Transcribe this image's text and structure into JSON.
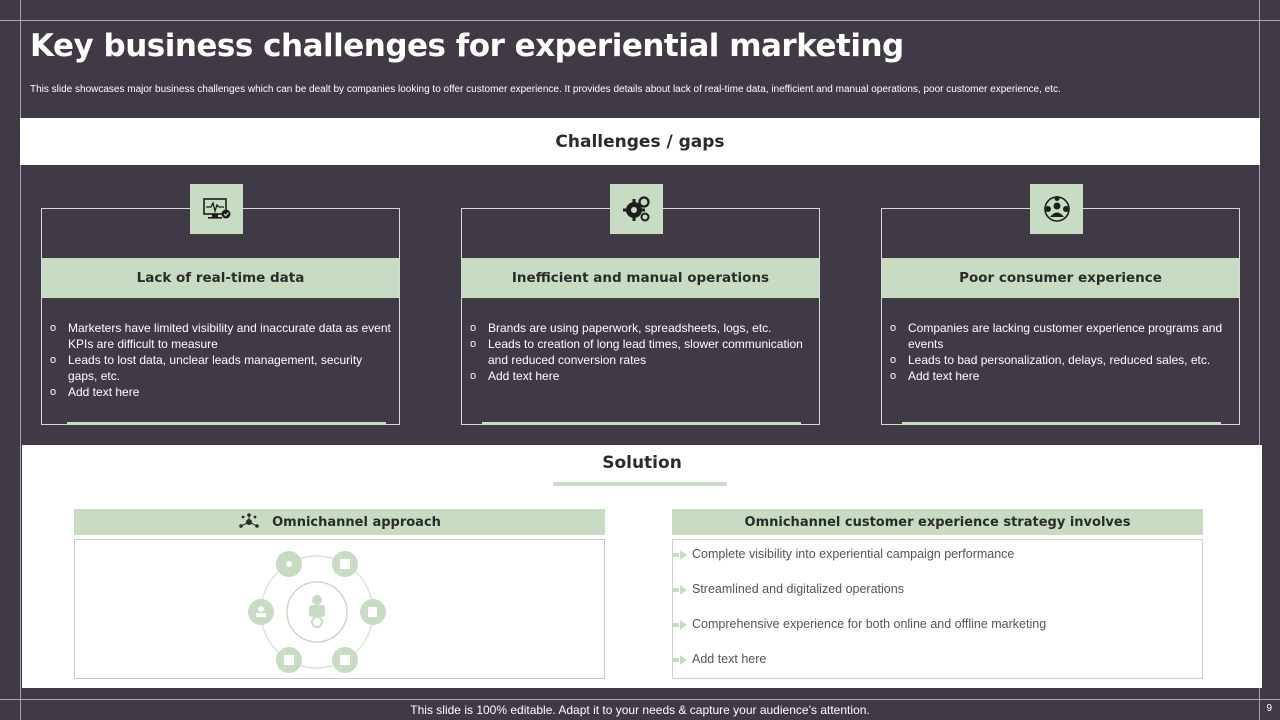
{
  "slide": {
    "title": "Key business challenges for experiential marketing",
    "subtitle": "This slide showcases major business challenges which can be dealt by companies looking to offer customer experience. It provides details about lack of real-time data, inefficient and manual operations, poor customer experience, etc."
  },
  "challenges": {
    "header": "Challenges / gaps",
    "cards": [
      {
        "icon": "monitor-pulse-icon",
        "title": "Lack of real-time data",
        "points": [
          "Marketers have limited visibility and inaccurate data as event KPIs are difficult to measure",
          "Leads to lost data, unclear leads management, security gaps, etc.",
          "Add text here"
        ]
      },
      {
        "icon": "gears-icon",
        "title": "Inefficient and manual operations",
        "points": [
          "Brands are using paperwork, spreadsheets, logs, etc.",
          "Leads to creation of long lead times, slower communication and reduced conversion rates",
          "Add text here"
        ]
      },
      {
        "icon": "customer-rating-icon",
        "title": "Poor consumer experience",
        "points": [
          "Companies are lacking customer experience programs and events",
          "Leads to bad personalization, delays, reduced sales, etc.",
          "Add text here"
        ]
      }
    ]
  },
  "solution": {
    "title": "Solution",
    "left": {
      "icon": "network-nodes-icon",
      "title": "Omnichannel approach"
    },
    "right": {
      "title": "Omnichannel customer experience strategy involves",
      "points": [
        "Complete visibility into experiential campaign performance",
        "Streamlined and digitalized operations",
        "Comprehensive  experience for both online and offline marketing",
        "Add text here"
      ]
    }
  },
  "footer": {
    "text": "This slide is 100% editable. Adapt it to your needs & capture your audience’s attention.",
    "page": "9"
  },
  "colors": {
    "background": "#403a46",
    "accent_green": "#c7dcc3",
    "panel_white": "#ffffff",
    "dark_text": "#2b2b2b"
  }
}
